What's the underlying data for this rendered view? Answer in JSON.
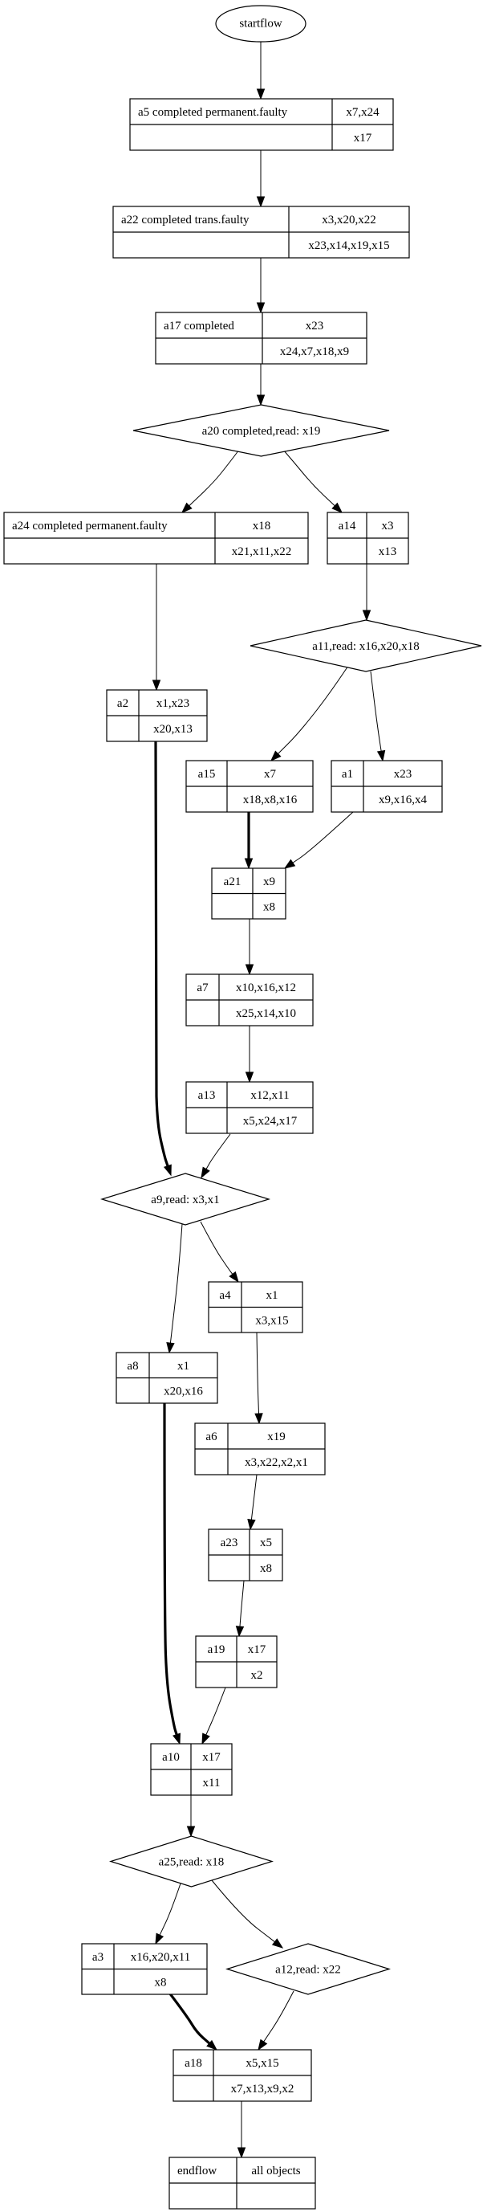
{
  "diagram": {
    "title": "workflow graph",
    "nodes": [
      {
        "id": "startflow",
        "shape": "ellipse",
        "label": "startflow"
      },
      {
        "id": "a5",
        "shape": "record",
        "label": "a5  completed permanent.faulty",
        "top": "x7,x24",
        "bottom": "x17"
      },
      {
        "id": "a22",
        "shape": "record",
        "label": "a22  completed trans.faulty",
        "top": "x3,x20,x22",
        "bottom": "x23,x14,x19,x15"
      },
      {
        "id": "a17",
        "shape": "record",
        "label": "a17  completed",
        "top": "x23",
        "bottom": "x24,x7,x18,x9"
      },
      {
        "id": "a20",
        "shape": "diamond",
        "label": "a20 completed,read: x19"
      },
      {
        "id": "a24",
        "shape": "record",
        "label": "a24 completed permanent.faulty",
        "top": "x18",
        "bottom": "x21,x11,x22"
      },
      {
        "id": "a14",
        "shape": "record",
        "label": "a14",
        "top": "x3",
        "bottom": "x13"
      },
      {
        "id": "a11",
        "shape": "diamond",
        "label": "a11,read: x16,x20,x18"
      },
      {
        "id": "a2",
        "shape": "record",
        "label": "a2",
        "top": "x1,x23",
        "bottom": "x20,x13"
      },
      {
        "id": "a15",
        "shape": "record",
        "label": "a15",
        "top": "x7",
        "bottom": "x18,x8,x16"
      },
      {
        "id": "a1",
        "shape": "record",
        "label": "a1",
        "top": "x23",
        "bottom": "x9,x16,x4"
      },
      {
        "id": "a21",
        "shape": "record",
        "label": "a21",
        "top": "x9",
        "bottom": "x8"
      },
      {
        "id": "a7",
        "shape": "record",
        "label": "a7",
        "top": "x10,x16,x12",
        "bottom": "x25,x14,x10"
      },
      {
        "id": "a13",
        "shape": "record",
        "label": "a13",
        "top": "x12,x11",
        "bottom": "x5,x24,x17"
      },
      {
        "id": "a9",
        "shape": "diamond",
        "label": "a9,read: x3,x1"
      },
      {
        "id": "a4",
        "shape": "record",
        "label": "a4",
        "top": "x1",
        "bottom": "x3,x15"
      },
      {
        "id": "a8",
        "shape": "record",
        "label": "a8",
        "top": "x1",
        "bottom": "x20,x16"
      },
      {
        "id": "a6",
        "shape": "record",
        "label": "a6",
        "top": "x19",
        "bottom": "x3,x22,x2,x1"
      },
      {
        "id": "a23",
        "shape": "record",
        "label": "a23",
        "top": "x5",
        "bottom": "x8"
      },
      {
        "id": "a19",
        "shape": "record",
        "label": "a19",
        "top": "x17",
        "bottom": "x2"
      },
      {
        "id": "a10",
        "shape": "record",
        "label": "a10",
        "top": "x17",
        "bottom": "x11"
      },
      {
        "id": "a25",
        "shape": "diamond",
        "label": "a25,read: x18"
      },
      {
        "id": "a3",
        "shape": "record",
        "label": "a3",
        "top": "x16,x20,x11",
        "bottom": "x8"
      },
      {
        "id": "a12",
        "shape": "diamond",
        "label": "a12,read: x22"
      },
      {
        "id": "a18",
        "shape": "record",
        "label": "a18",
        "top": "x5,x15",
        "bottom": "x7,x13,x9,x2"
      },
      {
        "id": "endflow",
        "shape": "record",
        "label": "endflow",
        "top": "all objects",
        "bottom": ""
      }
    ],
    "edges": [
      {
        "from": "startflow",
        "to": "a5",
        "bold": false
      },
      {
        "from": "a5",
        "to": "a22",
        "bold": false
      },
      {
        "from": "a22",
        "to": "a17",
        "bold": false
      },
      {
        "from": "a17",
        "to": "a20",
        "bold": false
      },
      {
        "from": "a20",
        "to": "a24",
        "bold": false
      },
      {
        "from": "a20",
        "to": "a14",
        "bold": false
      },
      {
        "from": "a24",
        "to": "a2",
        "bold": false
      },
      {
        "from": "a14",
        "to": "a11",
        "bold": false
      },
      {
        "from": "a11",
        "to": "a15",
        "bold": false
      },
      {
        "from": "a11",
        "to": "a1",
        "bold": false
      },
      {
        "from": "a15",
        "to": "a21",
        "bold": true
      },
      {
        "from": "a1",
        "to": "a21",
        "bold": false
      },
      {
        "from": "a21",
        "to": "a7",
        "bold": false
      },
      {
        "from": "a7",
        "to": "a13",
        "bold": false
      },
      {
        "from": "a2",
        "to": "a9",
        "bold": true
      },
      {
        "from": "a13",
        "to": "a9",
        "bold": false
      },
      {
        "from": "a9",
        "to": "a8",
        "bold": false
      },
      {
        "from": "a9",
        "to": "a4",
        "bold": false
      },
      {
        "from": "a4",
        "to": "a6",
        "bold": false
      },
      {
        "from": "a6",
        "to": "a23",
        "bold": false
      },
      {
        "from": "a23",
        "to": "a19",
        "bold": false
      },
      {
        "from": "a8",
        "to": "a10",
        "bold": true
      },
      {
        "from": "a19",
        "to": "a10",
        "bold": false
      },
      {
        "from": "a10",
        "to": "a25",
        "bold": false
      },
      {
        "from": "a25",
        "to": "a3",
        "bold": false
      },
      {
        "from": "a25",
        "to": "a12",
        "bold": false
      },
      {
        "from": "a3",
        "to": "a18",
        "bold": true
      },
      {
        "from": "a12",
        "to": "a18",
        "bold": false
      },
      {
        "from": "a18",
        "to": "endflow",
        "bold": false
      }
    ]
  }
}
